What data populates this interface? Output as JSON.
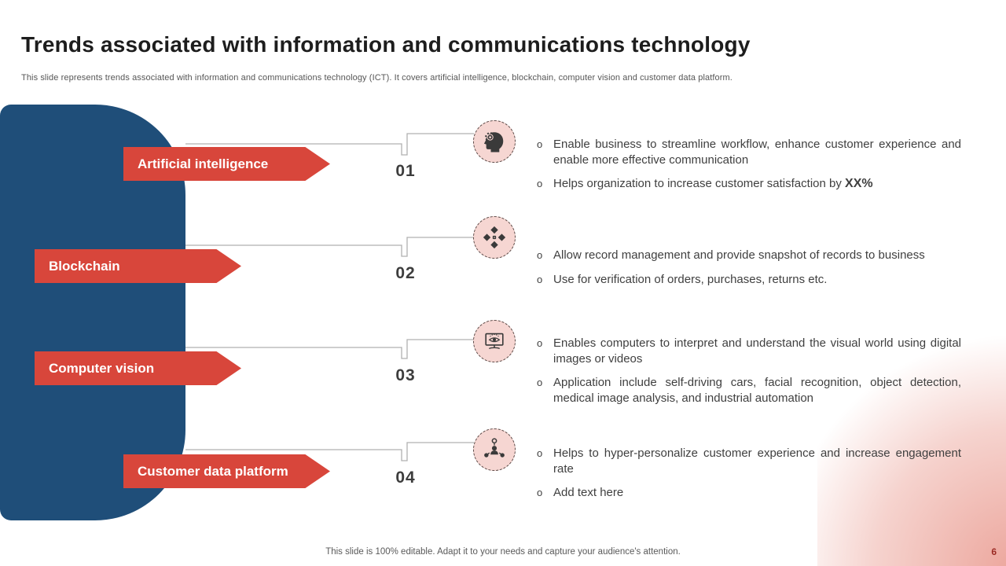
{
  "slide": {
    "title": "Trends associated with information and communications technology",
    "subtitle": "This slide represents trends associated with information and communications technology (ICT). It covers artificial intelligence, blockchain, computer vision and customer data platform.",
    "footer_note": "This slide is 100% editable. Adapt it to your needs and capture your audience's attention.",
    "page_number": "6"
  },
  "colors": {
    "accent_red": "#d8463b",
    "dark_blue": "#1f4e79",
    "icon_circle_fill": "#f6d6d2",
    "icon_ink": "#3a3a3a",
    "connector_gray": "#b0b0b0",
    "body_text": "#3f3f3f",
    "page_number_red": "#9c2b24"
  },
  "trends": [
    {
      "id": "01",
      "label": "Artificial intelligence",
      "icon": "ai-head-gear-icon",
      "bullets": [
        {
          "text": "Enable business to streamline workflow, enhance customer experience and enable more effective communication"
        },
        {
          "text": "Helps organization to increase customer satisfaction by ",
          "bold": "XX%"
        }
      ]
    },
    {
      "id": "02",
      "label": "Blockchain",
      "icon": "blockchain-cubes-icon",
      "bullets": [
        {
          "text": "Allow record management and provide snapshot of records to business"
        },
        {
          "text": "Use for verification of orders, purchases, returns etc."
        }
      ]
    },
    {
      "id": "03",
      "label": "Computer vision",
      "icon": "computer-vision-eye-icon",
      "bullets": [
        {
          "text": "Enables computers to interpret and understand the visual world using digital images or videos"
        },
        {
          "text": "Application include self-driving cars, facial recognition, object detection, medical image analysis, and industrial automation"
        }
      ]
    },
    {
      "id": "04",
      "label": "Customer data platform",
      "icon": "customer-data-network-icon",
      "bullets": [
        {
          "text": "Helps to hyper-personalize customer experience and increase engagement rate"
        },
        {
          "text": "Add text here"
        }
      ]
    }
  ]
}
